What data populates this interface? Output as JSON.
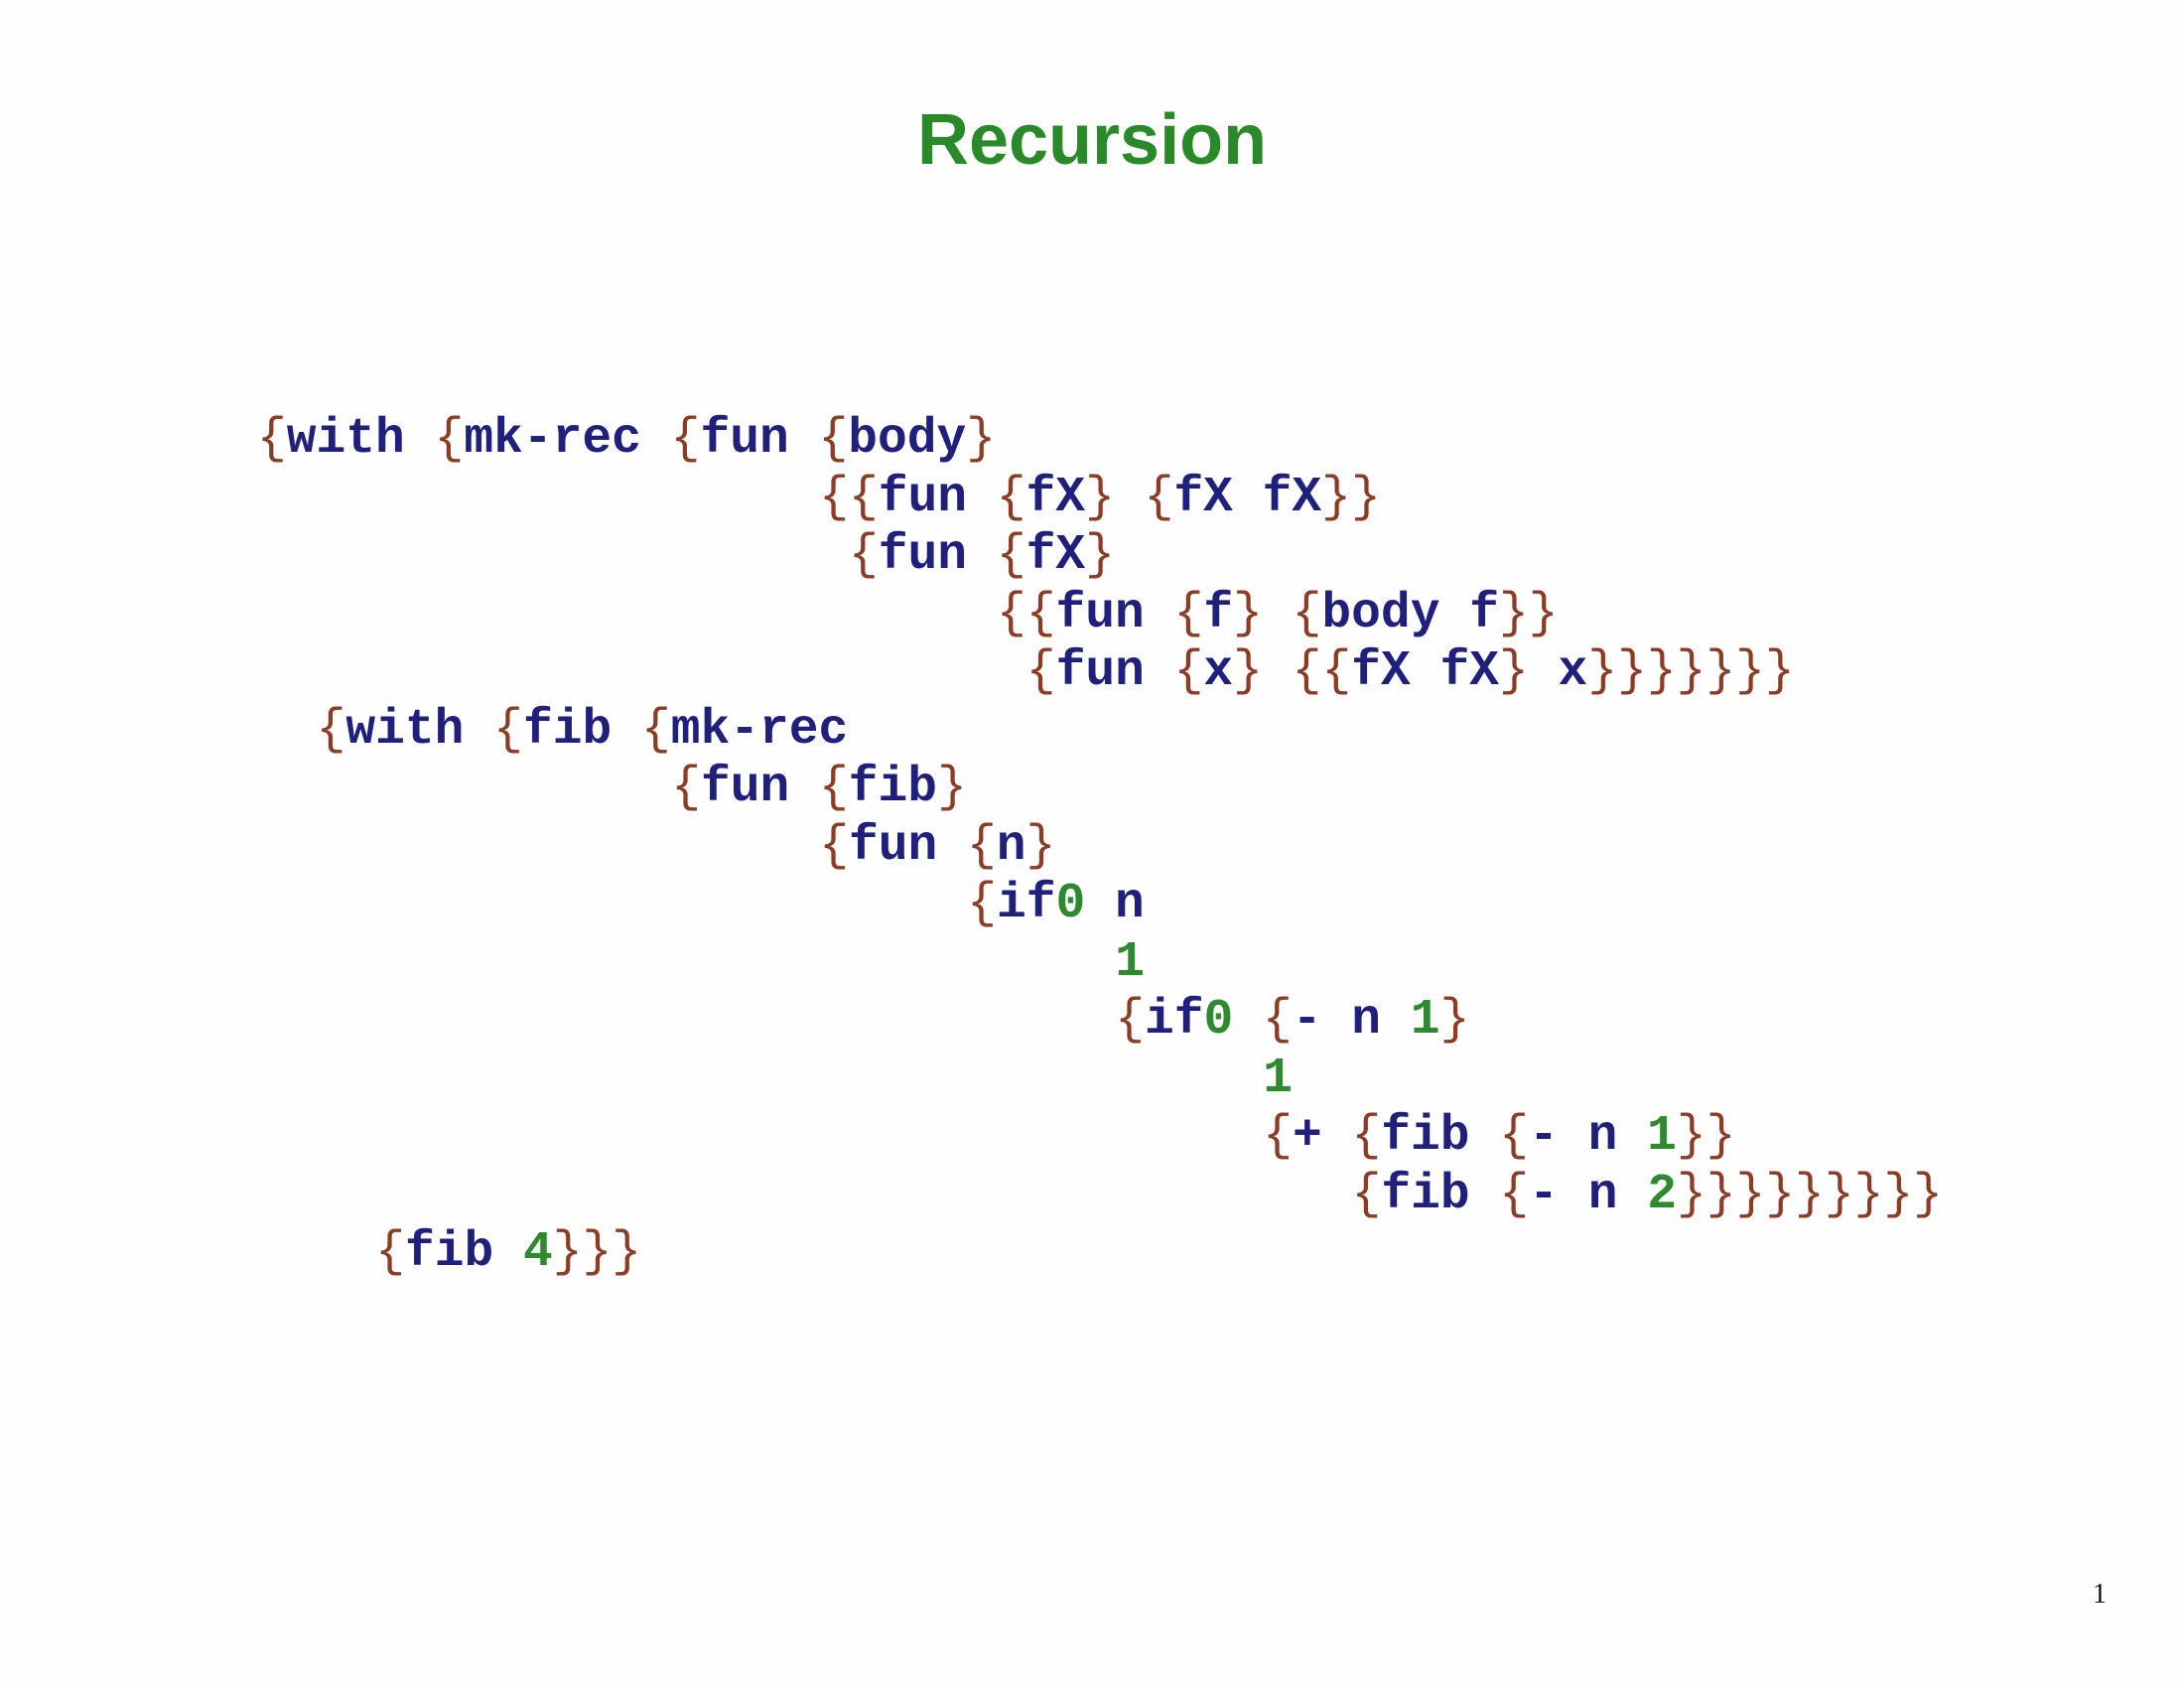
{
  "slide": {
    "title": "Recursion",
    "page_number": "1"
  },
  "colors": {
    "title": "#2a8a2a",
    "keyword": "#1f1f7c",
    "brace": "#8a3c24",
    "number": "#2f8a2f"
  },
  "code": {
    "lines": [
      {
        "col": 0,
        "text": "{with {mk-rec {fun {body}"
      },
      {
        "col": 19,
        "text": "{{fun {fX} {fX fX}}"
      },
      {
        "col": 20,
        "text": "{fun {fX}"
      },
      {
        "col": 25,
        "text": "{{fun {f} {body f}}"
      },
      {
        "col": 26,
        "text": "{fun {x} {{fX fX} x}}}}}}}"
      },
      {
        "col": 2,
        "text": "{with {fib {mk-rec"
      },
      {
        "col": 14,
        "text": "{fun {fib}"
      },
      {
        "col": 19,
        "text": "{fun {n}"
      },
      {
        "col": 24,
        "text": "{if0 n"
      },
      {
        "col": 29,
        "text": "1"
      },
      {
        "col": 29,
        "text": "{if0 {- n 1}"
      },
      {
        "col": 34,
        "text": "1"
      },
      {
        "col": 34,
        "text": "{+ {fib {- n 1}}"
      },
      {
        "col": 37,
        "text": "{fib {- n 2}}}}}}}}}"
      },
      {
        "col": 4,
        "text": "{fib 4}}}"
      }
    ]
  }
}
